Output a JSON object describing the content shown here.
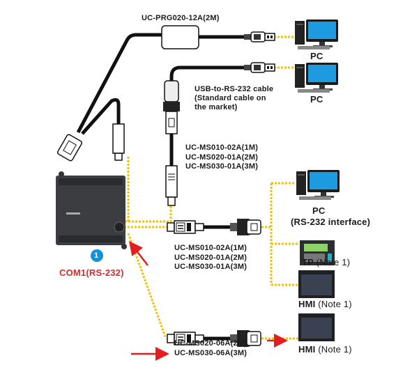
{
  "labels": {
    "prg_cable": "UC-PRG020-12A(2M)",
    "usb_rs232": [
      "USB-to-RS-232 cable",
      "(Standard cable on",
      "the market)"
    ],
    "ms_cables_top": [
      "UC-MS010-02A(1M)",
      "UC-MS020-01A(2M)",
      "UC-MS030-01A(3M)"
    ],
    "ms_cables_mid": [
      "UC-MS010-02A(1M)",
      "UC-MS020-01A(2M)",
      "UC-MS030-01A(3M)"
    ],
    "ms_cables_bottom": [
      "UC-MS020-06A(2M)",
      "UC-MS030-06A(3M)"
    ],
    "port_number": "1",
    "port_name": "COM1(RS-232)",
    "pc1": "PC",
    "pc2": "PC",
    "pc3": "PC",
    "pc3_sub": "(RS-232 interface)",
    "tp": "TP",
    "tp_note": "(Note 1)",
    "hmi1": "HMI",
    "hmi1_note": "(Note 1)",
    "hmi2": "HMI",
    "hmi2_note": "(Note 1)"
  },
  "colors": {
    "link_dotted": "#f2c200",
    "arrow": "#e31e1e",
    "port_badge": "#1591d8",
    "port_text": "#d42a2a",
    "cable": "#111111"
  }
}
